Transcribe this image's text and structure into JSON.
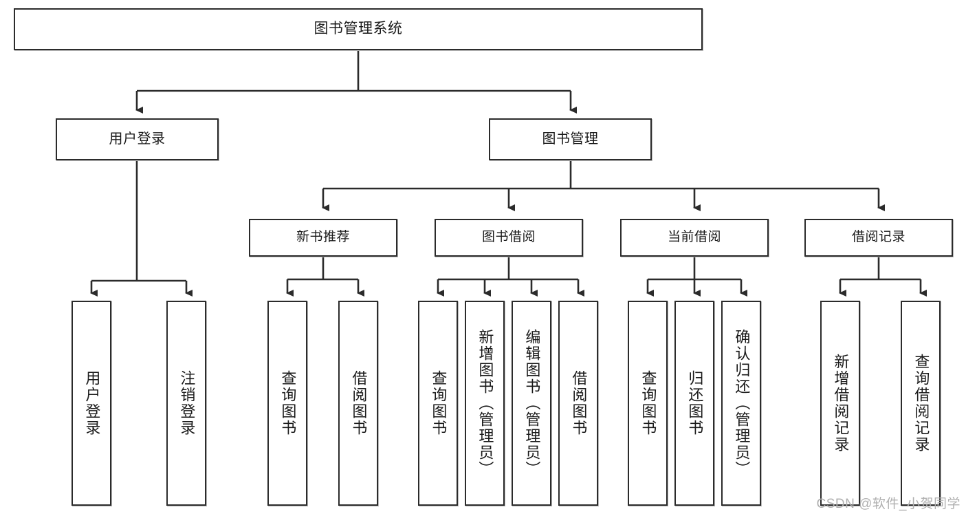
{
  "diagram": {
    "title": "图书管理系统",
    "type": "tree-hierarchy",
    "watermark": "CSDN @软件_小贺同学",
    "colors": {
      "box_border": "#2b2b2b",
      "box_fill": "#ffffff",
      "edge": "#2b2b2b",
      "text": "#1a1a1a",
      "watermark": "#b0b0b0"
    },
    "nodes": {
      "root": {
        "label": "图书管理系统"
      },
      "level2": [
        {
          "id": "user-login",
          "label": "用户登录"
        },
        {
          "id": "book-manage",
          "label": "图书管理"
        }
      ],
      "level3": [
        {
          "id": "new-book-recommend",
          "label": "新书推荐"
        },
        {
          "id": "book-borrow",
          "label": "图书借阅"
        },
        {
          "id": "current-borrow",
          "label": "当前借阅"
        },
        {
          "id": "borrow-record",
          "label": "借阅记录"
        }
      ],
      "leaves": [
        {
          "id": "leaf-user-login",
          "label": "用户登录",
          "parent": "user-login"
        },
        {
          "id": "leaf-logout",
          "label": "注销登录",
          "parent": "user-login"
        },
        {
          "id": "leaf-query-book-1",
          "label": "查询图书",
          "parent": "new-book-recommend"
        },
        {
          "id": "leaf-borrow-book-1",
          "label": "借阅图书",
          "parent": "new-book-recommend"
        },
        {
          "id": "leaf-query-book-2",
          "label": "查询图书",
          "parent": "book-borrow"
        },
        {
          "id": "leaf-add-book",
          "label": "新增图书（管理员）",
          "parent": "book-borrow"
        },
        {
          "id": "leaf-edit-book",
          "label": "编辑图书（管理员）",
          "parent": "book-borrow"
        },
        {
          "id": "leaf-borrow-book-2",
          "label": "借阅图书",
          "parent": "book-borrow"
        },
        {
          "id": "leaf-query-book-3",
          "label": "查询图书",
          "parent": "current-borrow"
        },
        {
          "id": "leaf-return-book",
          "label": "归还图书",
          "parent": "current-borrow"
        },
        {
          "id": "leaf-confirm-return",
          "label": "确认归还（管理员）",
          "parent": "current-borrow"
        },
        {
          "id": "leaf-add-record",
          "label": "新增借阅记录",
          "parent": "borrow-record"
        },
        {
          "id": "leaf-query-record",
          "label": "查询借阅记录",
          "parent": "borrow-record"
        }
      ]
    }
  }
}
